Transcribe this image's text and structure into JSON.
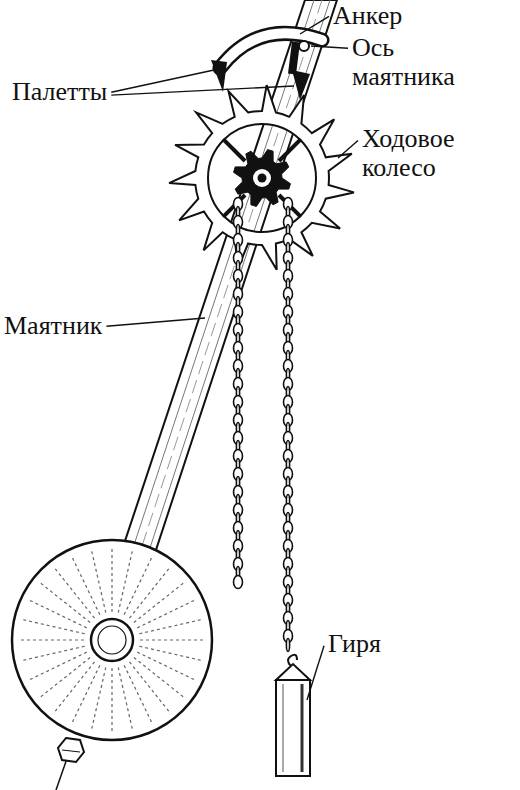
{
  "diagram": {
    "labels": [
      "Анкер",
      "Ось маятника",
      "Палетты",
      "Ходовое колесо",
      "Маятник",
      "Гиря"
    ]
  }
}
